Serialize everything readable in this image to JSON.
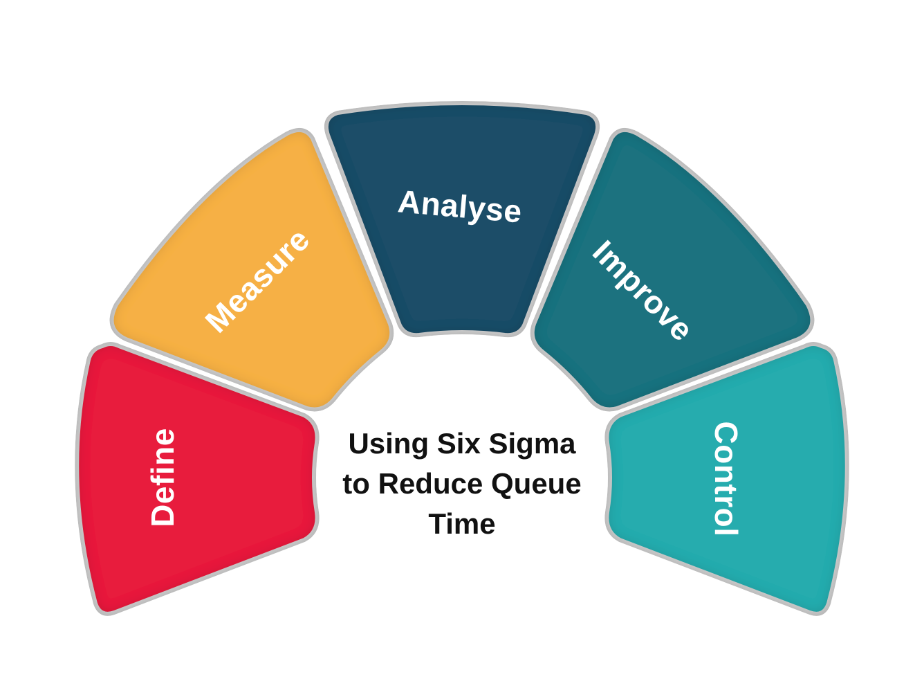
{
  "title": {
    "lines": [
      "Using Six Sigma",
      "to Reduce Queue",
      "Time"
    ]
  },
  "segments": [
    {
      "label": "Define",
      "color": "#E81C3C",
      "icon": "none"
    },
    {
      "label": "Measure",
      "color": "#F6B044",
      "icon": "none"
    },
    {
      "label": "Analyse",
      "color": "#1E4E68",
      "icon": "none"
    },
    {
      "label": "Improve",
      "color": "#1A727F",
      "icon": "none"
    },
    {
      "label": "Control",
      "color": "#25ACAE",
      "icon": "none"
    }
  ],
  "colors": {
    "outline": "#D3D3D3",
    "text": "#FFFFFF",
    "title": "#111111",
    "background": "#FFFFFF"
  }
}
